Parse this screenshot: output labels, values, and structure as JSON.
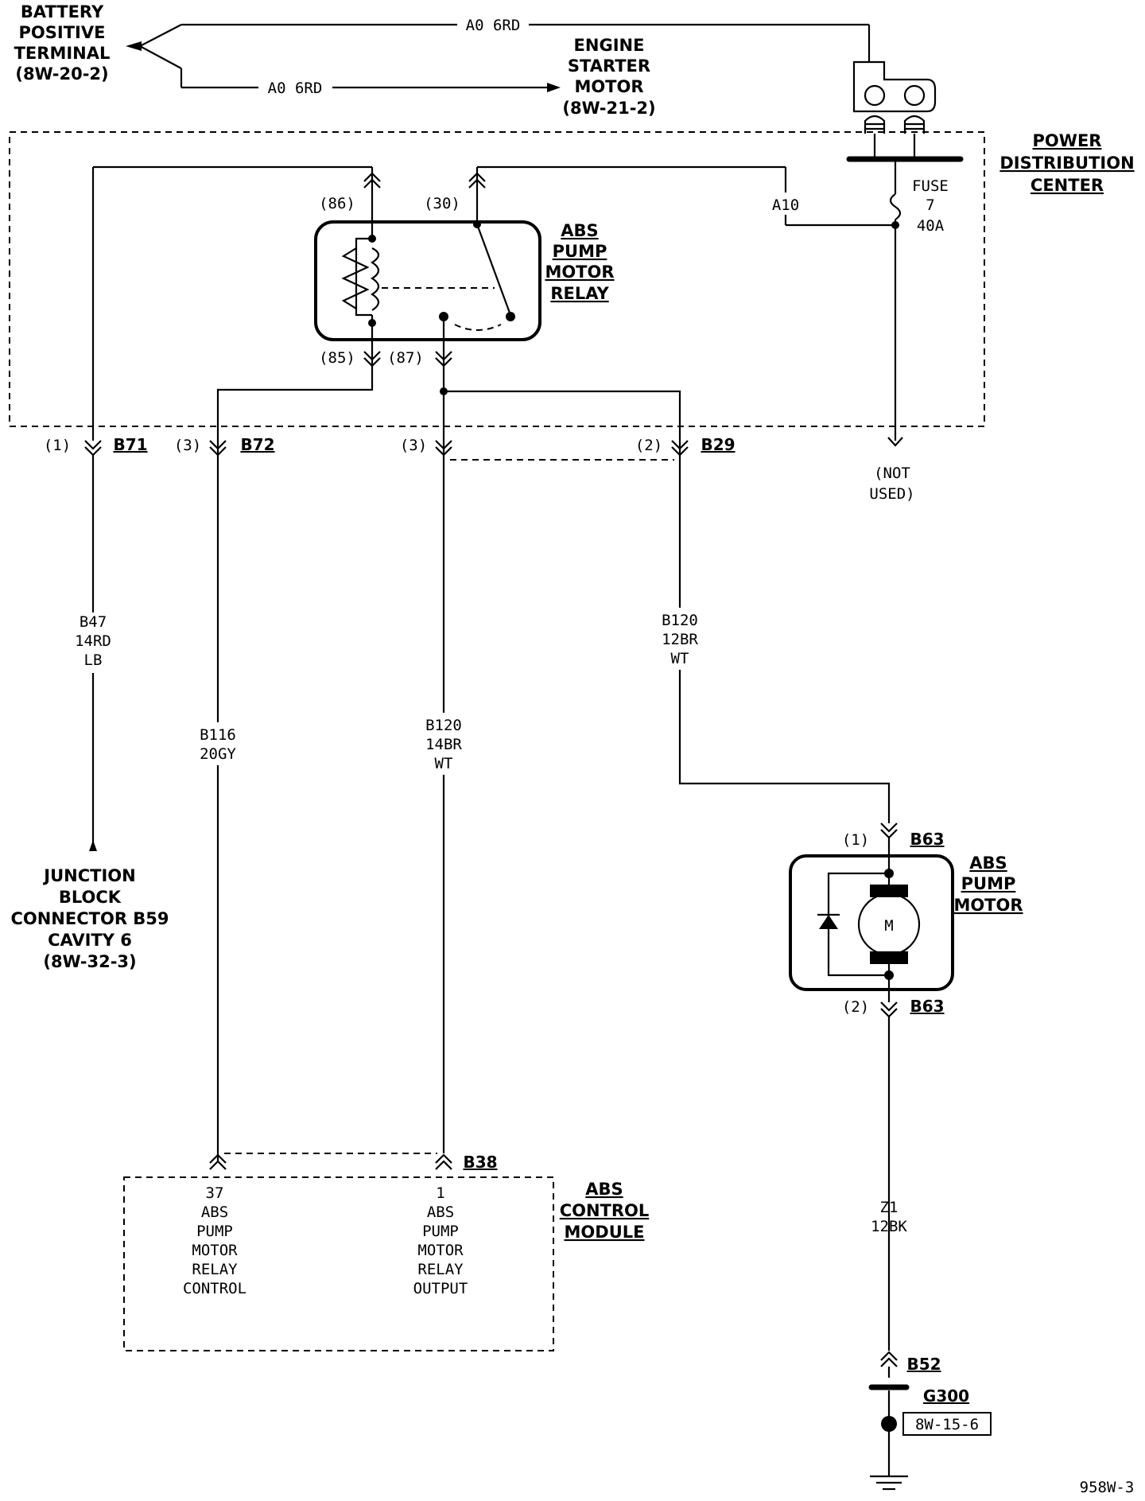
{
  "battery_label": [
    "BATTERY",
    "POSITIVE",
    "TERMINAL",
    "(8W-20-2)"
  ],
  "starter_label": [
    "ENGINE",
    "STARTER",
    "MOTOR",
    "(8W-21-2)"
  ],
  "pdc_label": [
    "POWER",
    "DISTRIBUTION",
    "CENTER"
  ],
  "relay_label": [
    "ABS",
    "PUMP",
    "MOTOR",
    "RELAY"
  ],
  "pump_motor_label": [
    "ABS",
    "PUMP",
    "MOTOR"
  ],
  "control_module_label": [
    "ABS",
    "CONTROL",
    "MODULE"
  ],
  "junction_label": [
    "JUNCTION",
    "BLOCK",
    "CONNECTOR B59",
    "CAVITY 6",
    "(8W-32-3)"
  ],
  "wire_a0_top": "A0  6RD",
  "wire_a0_bottom": "A0  6RD",
  "wire_a10": "A10",
  "fuse_label": [
    "FUSE",
    "7",
    "40A"
  ],
  "not_used": [
    "(NOT",
    "USED)"
  ],
  "relay_pins": {
    "p86": "(86)",
    "p30": "(30)",
    "p85": "(85)",
    "p87": "(87)"
  },
  "connectors": {
    "b71_pin": "(1)",
    "b71": "B71",
    "b72_pin": "(3)",
    "b72": "B72",
    "b29a_pin": "(3)",
    "b29b_pin": "(2)",
    "b29": "B29",
    "b63a_pin": "(1)",
    "b63a": "B63",
    "b63b_pin": "(2)",
    "b63b": "B63",
    "b38": "B38",
    "b52": "B52"
  },
  "wires": {
    "b47": [
      "B47",
      "14RD",
      "LB"
    ],
    "b116": [
      "B116",
      "20GY"
    ],
    "b120_left": [
      "B120",
      "14BR",
      "WT"
    ],
    "b120_right": [
      "B120",
      "12BR",
      "WT"
    ],
    "z1": [
      "Z1",
      "12BK"
    ]
  },
  "module_pins": {
    "pin37": [
      "37",
      "ABS",
      "PUMP",
      "MOTOR",
      "RELAY",
      "CONTROL"
    ],
    "pin1": [
      "1",
      "ABS",
      "PUMP",
      "MOTOR",
      "RELAY",
      "OUTPUT"
    ]
  },
  "motor_symbol": "M",
  "ground_label": "G300",
  "ground_ref": "8W-15-6",
  "page_code": "958W-3"
}
